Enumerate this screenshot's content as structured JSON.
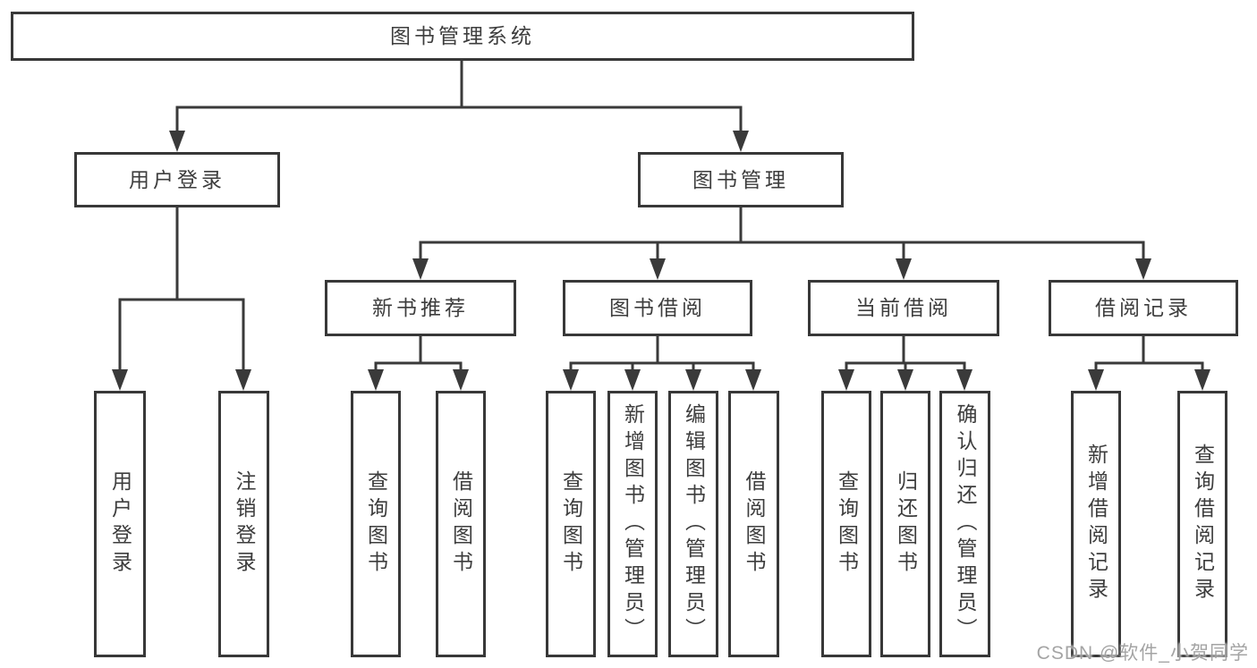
{
  "diagram": {
    "title": "图书管理系统",
    "user_login": {
      "label": "用户登录",
      "children": {
        "login": "用户登录",
        "logout": "注销登录"
      }
    },
    "book_management": {
      "label": "图书管理",
      "sections": {
        "new_books": {
          "label": "新书推荐",
          "children": {
            "query": "查询图书",
            "borrow": "借阅图书"
          }
        },
        "borrowing": {
          "label": "图书借阅",
          "children": {
            "query": "查询图书",
            "add": "新增图书（管理员）",
            "edit": "编辑图书（管理员）",
            "borrow": "借阅图书"
          }
        },
        "current": {
          "label": "当前借阅",
          "children": {
            "query": "查询图书",
            "return_book": "归还图书",
            "confirm": "确认归还（管理员）"
          }
        },
        "records": {
          "label": "借阅记录",
          "children": {
            "add": "新增借阅记录",
            "query": "查询借阅记录"
          }
        }
      }
    }
  },
  "watermark": "CSDN @软件_小贺同学",
  "colors": {
    "line": "#3a3a3a",
    "text": "#3d3d3d",
    "background": "#ffffff",
    "watermark": "#949494"
  }
}
